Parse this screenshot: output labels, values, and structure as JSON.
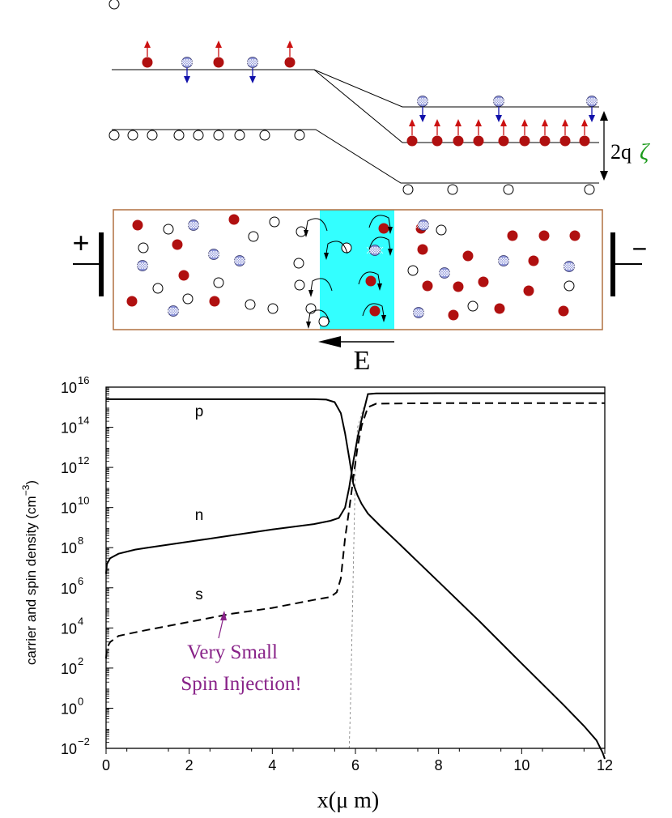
{
  "band_diagram": {
    "gap_label": "2q",
    "gap_symbol": "ζ",
    "colors": {
      "electron_up": "#b01010",
      "arrow_up": "#cc1111",
      "electron_down": "#8a92d8",
      "arrow_down": "#1010aa",
      "zeta": "#1a9a1a"
    }
  },
  "device": {
    "plus_label": "+",
    "minus_label": "−",
    "field_label": "E",
    "colors": {
      "depletion_region": "#33ffff",
      "box_border": "#b07040"
    }
  },
  "chart_data": [
    {
      "type": "line",
      "x_label": "x(μ m)",
      "y_label": "carrier and spin density (cm",
      "y_label_exp": "−3",
      "x_lim": [
        0,
        12
      ],
      "x_ticks": [
        "0",
        "2",
        "4",
        "6",
        "8",
        "10",
        "12"
      ],
      "y_scale": "log",
      "y_lim_exp": [
        -2,
        16
      ],
      "y_ticks": [
        {
          "base": "10",
          "exp": "16"
        },
        {
          "base": "10",
          "exp": "14"
        },
        {
          "base": "10",
          "exp": "12"
        },
        {
          "base": "10",
          "exp": "10"
        },
        {
          "base": "10",
          "exp": "8"
        },
        {
          "base": "10",
          "exp": "6"
        },
        {
          "base": "10",
          "exp": "4"
        },
        {
          "base": "10",
          "exp": "2"
        },
        {
          "base": "10",
          "exp": "0"
        },
        {
          "base": "10",
          "exp": "−2"
        }
      ],
      "curve_labels": {
        "p": "p",
        "n": "n",
        "s": "s"
      },
      "annotation": {
        "line1": "Very Small",
        "line2": "Spin Injection!",
        "color": "#882288"
      },
      "series": [
        {
          "name": "p",
          "style": "solid",
          "points": [
            [
              0,
              2500000000000000.0
            ],
            [
              1,
              2500000000000000.0
            ],
            [
              2,
              2500000000000000.0
            ],
            [
              3,
              2500000000000000.0
            ],
            [
              4,
              2500000000000000.0
            ],
            [
              5,
              2500000000000000.0
            ],
            [
              5.3,
              2400000000000000.0
            ],
            [
              5.5,
              1800000000000000.0
            ],
            [
              5.65,
              500000000000000.0
            ],
            [
              5.75,
              50000000000000.0
            ],
            [
              5.85,
              3000000000000.0
            ],
            [
              5.95,
              150000000000.0
            ],
            [
              6.05,
              40000000000.0
            ],
            [
              6.15,
              15000000000.0
            ],
            [
              6.3,
              5000000000.0
            ],
            [
              6.6,
              1200000000.0
            ],
            [
              7,
              200000000.0
            ],
            [
              8,
              2000000.0
            ],
            [
              9,
              20000.0
            ],
            [
              10,
              170.0
            ],
            [
              11,
              1.5
            ],
            [
              11.5,
              0.13
            ],
            [
              11.8,
              0.025
            ],
            [
              11.95,
              0.006
            ],
            [
              12,
              0.003
            ]
          ]
        },
        {
          "name": "n",
          "style": "solid",
          "points": [
            [
              0,
              5000000.0
            ],
            [
              0.02,
              15000000.0
            ],
            [
              0.1,
              30000000.0
            ],
            [
              0.3,
              50000000.0
            ],
            [
              0.7,
              80000000.0
            ],
            [
              1,
              100000000.0
            ],
            [
              2,
              200000000.0
            ],
            [
              3,
              400000000.0
            ],
            [
              4,
              800000000.0
            ],
            [
              5,
              1500000000.0
            ],
            [
              5.4,
              2200000000.0
            ],
            [
              5.6,
              3000000000.0
            ],
            [
              5.75,
              10000000000.0
            ],
            [
              5.85,
              100000000000.0
            ],
            [
              5.95,
              2000000000000.0
            ],
            [
              6.05,
              30000000000000.0
            ],
            [
              6.15,
              250000000000000.0
            ],
            [
              6.3,
              4500000000000000.0
            ],
            [
              6.5,
              4900000000000000.0
            ],
            [
              8,
              5000000000000000.0
            ],
            [
              10,
              5000000000000000.0
            ],
            [
              12,
              5000000000000000.0
            ]
          ]
        },
        {
          "name": "s",
          "style": "dashed",
          "points": [
            [
              0,
              300.0
            ],
            [
              0.02,
              1000.0
            ],
            [
              0.1,
              2000.0
            ],
            [
              0.3,
              4000.0
            ],
            [
              0.7,
              6000.0
            ],
            [
              1,
              8000.0
            ],
            [
              2,
              20000.0
            ],
            [
              3,
              50000.0
            ],
            [
              4,
              100000.0
            ],
            [
              5,
              250000.0
            ],
            [
              5.4,
              350000.0
            ],
            [
              5.55,
              600000.0
            ],
            [
              5.65,
              3000000.0
            ],
            [
              5.75,
              300000000.0
            ],
            [
              5.85,
              8000000000.0
            ],
            [
              5.95,
              300000000000.0
            ],
            [
              6.05,
              10000000000000.0
            ],
            [
              6.15,
              120000000000000.0
            ],
            [
              6.3,
              1000000000000000.0
            ],
            [
              6.5,
              1500000000000000.0
            ],
            [
              8,
              1600000000000000.0
            ],
            [
              10,
              1600000000000000.0
            ],
            [
              12,
              1600000000000000.0
            ]
          ]
        },
        {
          "name": "guide",
          "style": "thin-dashed",
          "points": [
            [
              5.85,
              0.01
            ],
            [
              5.88,
              1
            ],
            [
              5.92,
              10000.0
            ],
            [
              5.96,
              100000000.0
            ],
            [
              6.0,
              1000000000000.0
            ],
            [
              6.05,
              100000000000000.0
            ],
            [
              6.2,
              1000000000000000.0
            ]
          ]
        }
      ]
    }
  ]
}
